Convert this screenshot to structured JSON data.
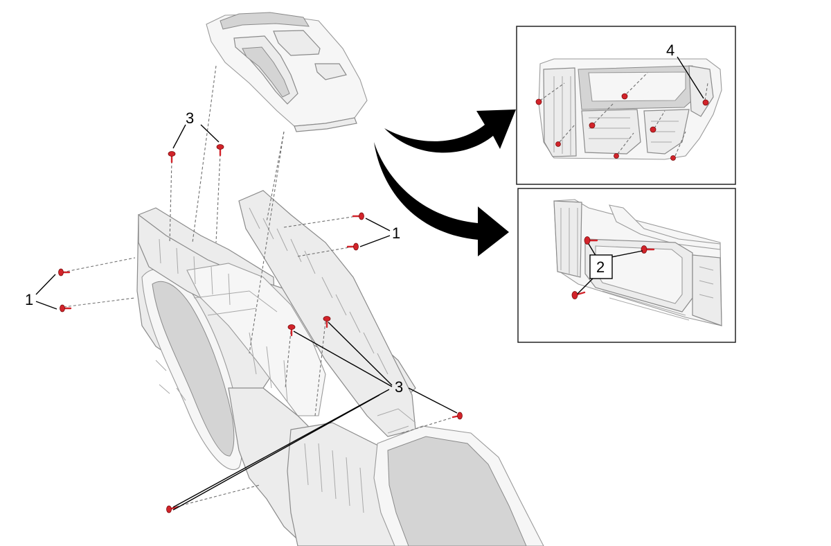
{
  "callouts": {
    "screw_1_right": "1",
    "screw_1_left": "1",
    "screw_2": "2",
    "screw_3_top": "3",
    "screw_3_bottom": "3",
    "screw_4": "4"
  },
  "colors": {
    "screw": "#d2232a",
    "arrow": "#000000",
    "part_fill": "#ececec",
    "line": "#000000"
  },
  "icons": {
    "screw": "screw-icon",
    "direction_arrow": "curved-arrow-icon"
  }
}
